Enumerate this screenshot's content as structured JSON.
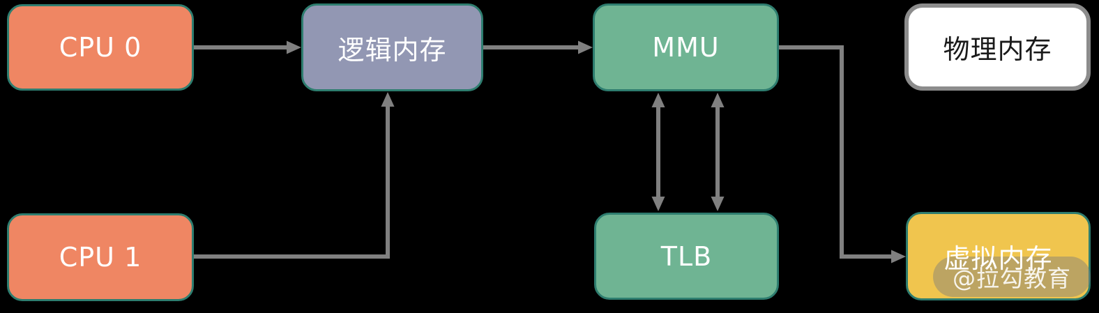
{
  "nodes": {
    "cpu0": {
      "label": "CPU 0",
      "fill": "#EF8663"
    },
    "cpu1": {
      "label": "CPU 1",
      "fill": "#EF8663"
    },
    "logical_memory": {
      "label": "逻辑内存",
      "fill": "#9297B3"
    },
    "mmu": {
      "label": "MMU",
      "fill": "#6FB493"
    },
    "tlb": {
      "label": "TLB",
      "fill": "#6FB493"
    },
    "physical_memory": {
      "label": "物理内存",
      "fill": "#FFFFFF"
    },
    "virtual_memory": {
      "label": "虚拟内存",
      "fill": "#F0C54E"
    }
  },
  "edges": [
    {
      "from": "cpu0",
      "to": "logical_memory",
      "direction": "one-way"
    },
    {
      "from": "cpu1",
      "to": "logical_memory",
      "direction": "one-way"
    },
    {
      "from": "logical_memory",
      "to": "mmu",
      "direction": "one-way"
    },
    {
      "from": "mmu",
      "to": "tlb",
      "direction": "two-way"
    },
    {
      "from": "mmu",
      "to": "tlb",
      "direction": "two-way"
    },
    {
      "from": "mmu",
      "to": "virtual_memory",
      "direction": "one-way"
    }
  ],
  "watermark": {
    "label": "@拉勾教育"
  },
  "colors": {
    "background": "#000000",
    "node-orange": "#EF8663",
    "node-purple": "#9297B3",
    "node-green": "#6FB493",
    "node-yellow": "#F0C54E",
    "node-white": "#FFFFFF",
    "node-border-teal": "#2E7D6F",
    "node-border-gray": "#8C8C8C",
    "arrow-gray": "#808080",
    "text-light": "#FFFFFF",
    "text-dark": "#1A1A1A"
  }
}
